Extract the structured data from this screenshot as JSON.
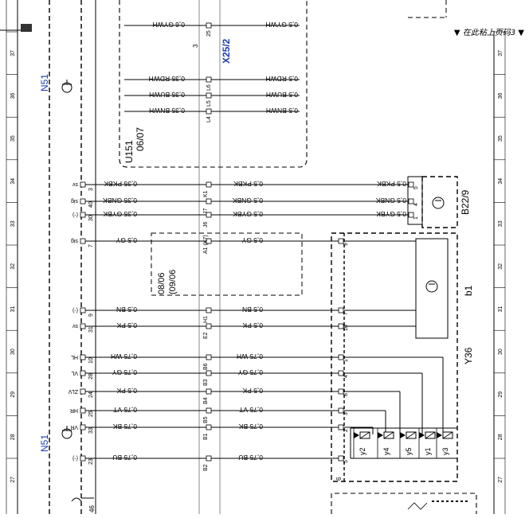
{
  "header": {
    "nav_text": "在此粘上页码3",
    "left_arrow": "▼",
    "right_arrow": "▼"
  },
  "ruler_numbers": [
    "37",
    "36",
    "35",
    "34",
    "33",
    "32",
    "31",
    "30",
    "29",
    "28",
    "27"
  ],
  "labels": {
    "n51_top": "N51",
    "n51_bottom": "N51",
    "u151": "U151",
    "u151_date": "06/07",
    "x25_2": "X25/2",
    "x25_pin3": "3",
    "b22_9": "B22/9",
    "b1": "b1",
    "y36": "Y36",
    "box_date1": "08/06",
    "box_date2": "(09/06",
    "bottom_pin": "46"
  },
  "upper_wires": [
    {
      "left": "0,6 GYWH",
      "right": "0,5 GYWH",
      "pin": "25"
    },
    {
      "left": "0,35 RDWH",
      "right": "0,5 RDWH",
      "pin": "L6"
    },
    {
      "left": "0,35 BUWH",
      "right": "0,5 BUWH",
      "pin": "L5"
    },
    {
      "left": "0,35 BNWH",
      "right": "0,5 BNWH",
      "pin": "L4"
    }
  ],
  "b22_wires": [
    {
      "left": "0,35 PKBK",
      "right": "0,5 PKBK",
      "conn": "K1",
      "lpin": "3",
      "lsig": "sv",
      "rpin": "5"
    },
    {
      "left": "0,35 GNBK",
      "right": "0,5 GNBK",
      "conn": "J7",
      "lpin": "40",
      "lsig": "sig",
      "rpin": "4"
    },
    {
      "left": "0,35 GYBK",
      "right": "0,5 GYBK",
      "conn": "J6",
      "lpin": "30",
      "lsig": "(-)",
      "rpin": "1"
    }
  ],
  "b1_wires": [
    {
      "left": "0,5 GY",
      "right": "0,5 GY",
      "conn": "A1 (K7)",
      "lpin": "7",
      "lsig": "sig",
      "rpin": "9"
    },
    {
      "left": "0,5 BN",
      "right": "0,5 BN",
      "conn": "H1",
      "lpin": "9",
      "lsig": "(-)",
      "rpin": "7"
    },
    {
      "left": "0,5 PK",
      "right": "0,5 PK",
      "conn": "E2",
      "lpin": "31",
      "lsig": "sv",
      "rpin": "10"
    }
  ],
  "y36_wires": [
    {
      "left": "0,75 WH",
      "right": "0,75 WH",
      "conn": "B6",
      "lpin": "10",
      "lsig": "HL",
      "rpin": "1"
    },
    {
      "left": "0,75 GY",
      "right": "0,75 GY",
      "conn": "B3",
      "lpin": "28",
      "lsig": "VL",
      "rpin": "4"
    },
    {
      "left": "0,5 PK",
      "right": "0,5 PK",
      "conn": "B4",
      "lpin": "24",
      "lsig": "ZLV",
      "rpin": "8"
    },
    {
      "left": "0,75 VT",
      "right": "0,75 VT",
      "conn": "B5",
      "lpin": "25",
      "lsig": "HR",
      "rpin": "3"
    },
    {
      "left": "0,75 BK",
      "right": "0,75 BK",
      "conn": "B1",
      "lpin": "33",
      "lsig": "VR",
      "rpin": "2"
    },
    {
      "left": "0,75 BU",
      "right": "0,75 BU",
      "conn": "B2",
      "lpin": "23",
      "lsig": "(-)",
      "rpin": "5"
    }
  ],
  "y36_pin6": "6",
  "valves": [
    "y2",
    "y4",
    "y5",
    "y1",
    "y3"
  ]
}
